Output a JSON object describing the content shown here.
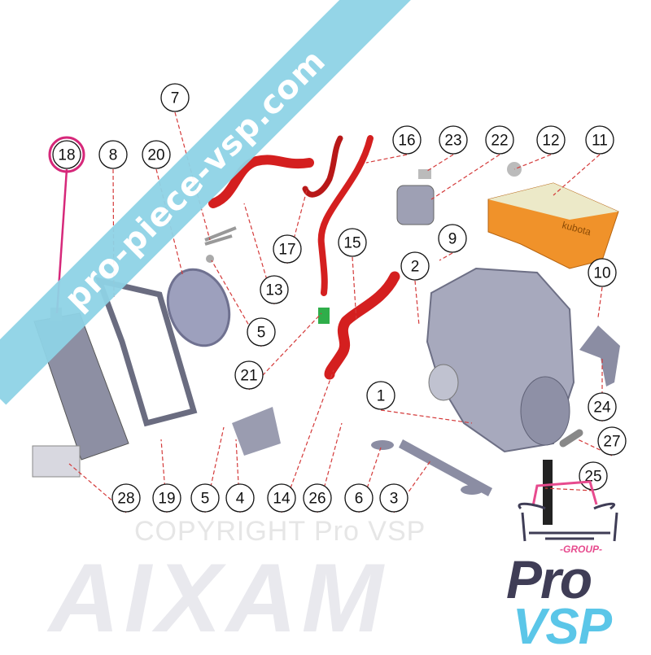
{
  "watermarks": {
    "copyright": "COPYRIGHT Pro VSP",
    "brand": "AIXAM"
  },
  "banner": {
    "text": "pro-piece-vsp.com",
    "color": "#8fd3e6"
  },
  "logo": {
    "group": "-GROUP-",
    "pro": "Pro",
    "vsp": "VSP",
    "colors": {
      "pro": "#3f3d56",
      "vsp": "#5bc6e8",
      "accent": "#e74b8e"
    }
  },
  "engine_cover_text": "kubota",
  "callouts": [
    "18",
    "8",
    "20",
    "7",
    "16",
    "23",
    "22",
    "12",
    "11",
    "17",
    "15",
    "9",
    "2",
    "13",
    "10",
    "5",
    "21",
    "1",
    "24",
    "27",
    "25",
    "28",
    "19",
    "5",
    "4",
    "14",
    "26",
    "6",
    "3"
  ],
  "highlighted_callout": "18",
  "colors": {
    "hose": "#d41f1f",
    "leader": "#d43a3a",
    "highlight": "#d6287a",
    "cover": "#f0922a"
  }
}
